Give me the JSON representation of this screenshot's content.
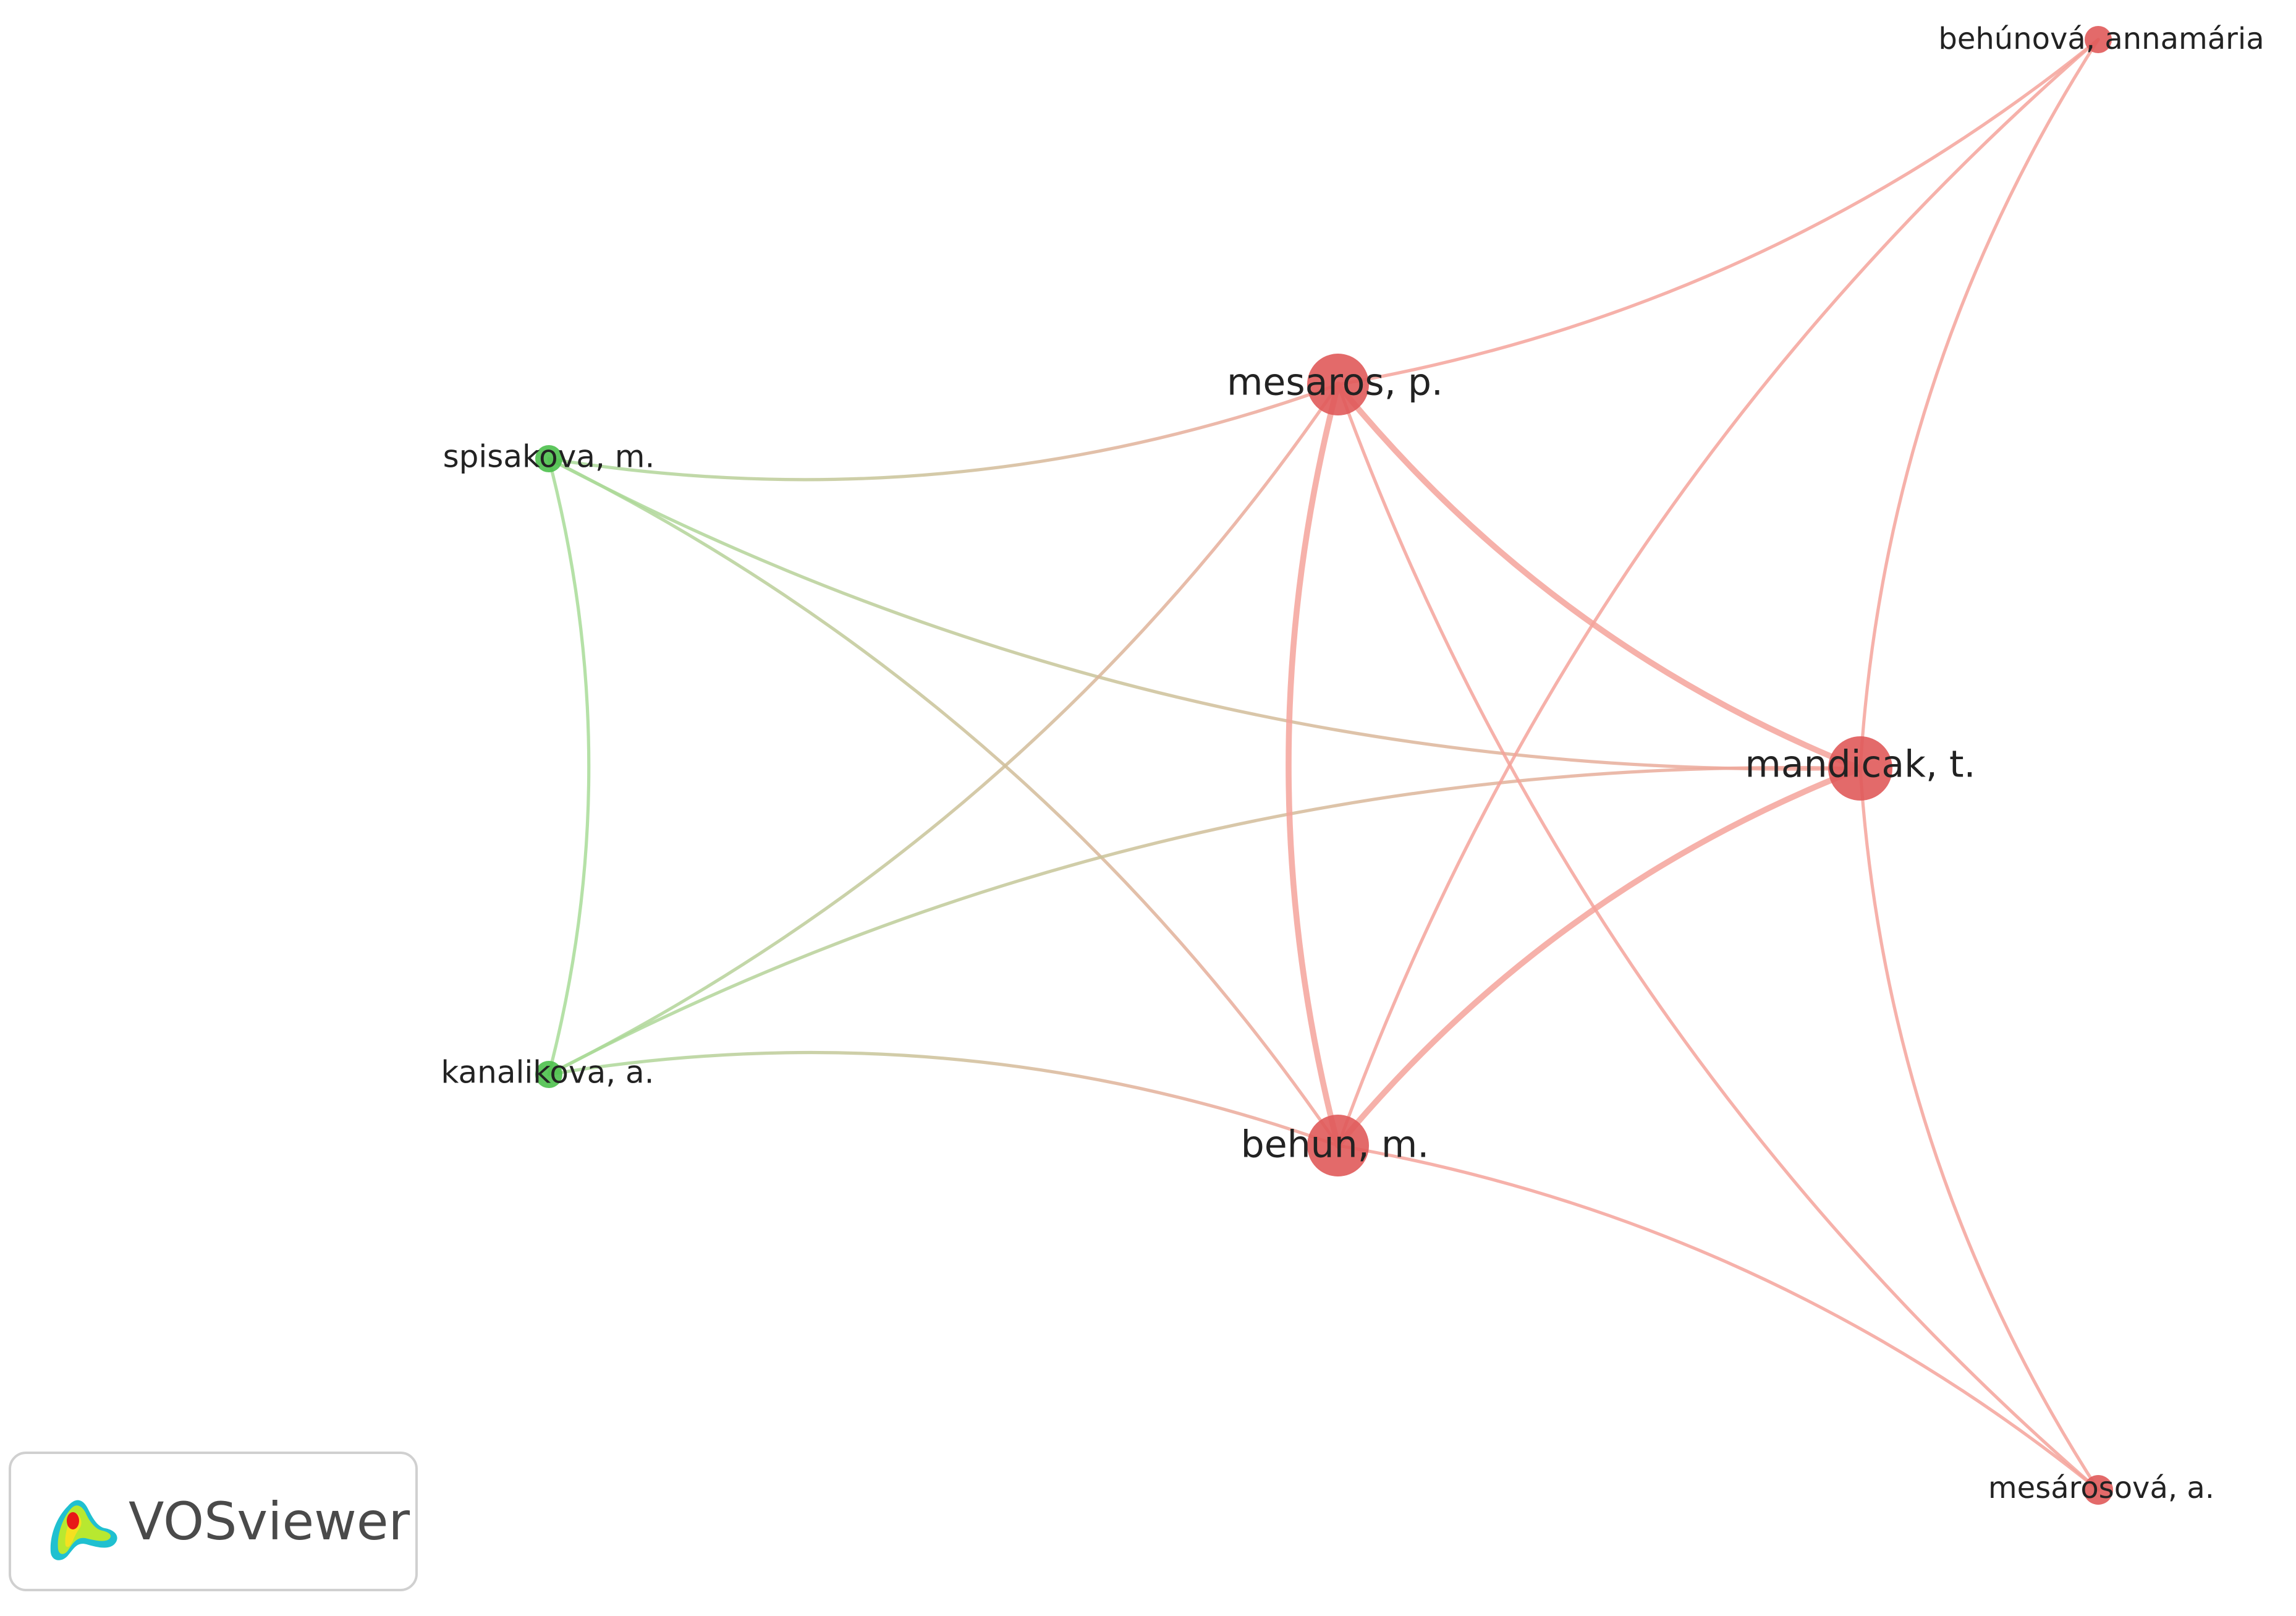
{
  "clusters": {
    "1": {
      "color": "#e05a5a",
      "edge_color": "#f5a39b"
    },
    "2": {
      "color": "#4cc04c",
      "edge_color": "#a8dc98"
    }
  },
  "nodes": [
    {
      "id": "mesaros",
      "label": "mesaros, p.",
      "cluster": 1,
      "weight": 4
    },
    {
      "id": "mandicak",
      "label": "mandicak, t.",
      "cluster": 1,
      "weight": 4
    },
    {
      "id": "behun",
      "label": "behun, m.",
      "cluster": 1,
      "weight": 4
    },
    {
      "id": "behunova",
      "label": "behúnová, annamária",
      "cluster": 1,
      "weight": 1
    },
    {
      "id": "mesarosova",
      "label": "mesárosová, a.",
      "cluster": 1,
      "weight": 1
    },
    {
      "id": "spisakova",
      "label": "spisakova, m.",
      "cluster": 2,
      "weight": 1
    },
    {
      "id": "kanalikova",
      "label": "kanalikova, a.",
      "cluster": 2,
      "weight": 1
    }
  ],
  "edges": [
    {
      "source": "spisakova",
      "target": "kanalikova",
      "strength": 1
    },
    {
      "source": "spisakova",
      "target": "mesaros",
      "strength": 1
    },
    {
      "source": "spisakova",
      "target": "behun",
      "strength": 1
    },
    {
      "source": "spisakova",
      "target": "mandicak",
      "strength": 1
    },
    {
      "source": "kanalikova",
      "target": "mesaros",
      "strength": 1
    },
    {
      "source": "kanalikova",
      "target": "behun",
      "strength": 1
    },
    {
      "source": "kanalikova",
      "target": "mandicak",
      "strength": 1
    },
    {
      "source": "mesaros",
      "target": "behun",
      "strength": 3
    },
    {
      "source": "mesaros",
      "target": "mandicak",
      "strength": 3
    },
    {
      "source": "behun",
      "target": "mandicak",
      "strength": 3
    },
    {
      "source": "mesaros",
      "target": "behunova",
      "strength": 1
    },
    {
      "source": "mesaros",
      "target": "mesarosova",
      "strength": 1
    },
    {
      "source": "behun",
      "target": "behunova",
      "strength": 1
    },
    {
      "source": "behun",
      "target": "mesarosova",
      "strength": 1
    },
    {
      "source": "mandicak",
      "target": "behunova",
      "strength": 1
    },
    {
      "source": "mandicak",
      "target": "mesarosova",
      "strength": 1
    }
  ],
  "logo": {
    "text": "VOSviewer"
  }
}
